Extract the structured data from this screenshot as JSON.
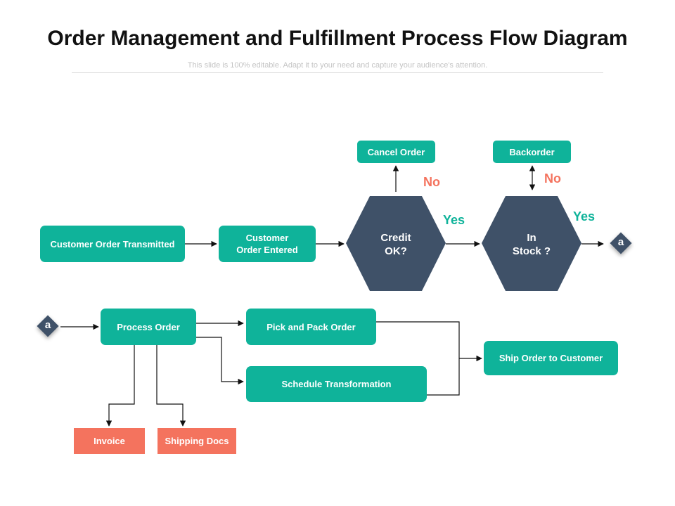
{
  "header": {
    "title": "Order Management and Fulfillment Process Flow Diagram",
    "subtitle": "This slide is 100% editable. Adapt it to your need and capture your audience's attention."
  },
  "colors": {
    "teal": "#0fb39a",
    "navy": "#3f5168",
    "coral": "#f4735e"
  },
  "nodes": {
    "customer_order_transmitted": "Customer Order Transmitted",
    "customer_order_entered": "Customer\nOrder Entered",
    "credit_ok": "Credit\nOK?",
    "in_stock": "In\nStock ?",
    "cancel_order": "Cancel Order",
    "backorder": "Backorder",
    "process_order": "Process Order",
    "pick_and_pack": "Pick and Pack Order",
    "schedule_transformation": "Schedule Transformation",
    "ship_order": "Ship Order to Customer",
    "invoice": "Invoice",
    "shipping_docs": "Shipping Docs"
  },
  "labels": {
    "yes_credit": "Yes",
    "yes_stock": "Yes",
    "no_credit": "No",
    "no_stock": "No",
    "connector_out": "a",
    "connector_in": "a"
  }
}
